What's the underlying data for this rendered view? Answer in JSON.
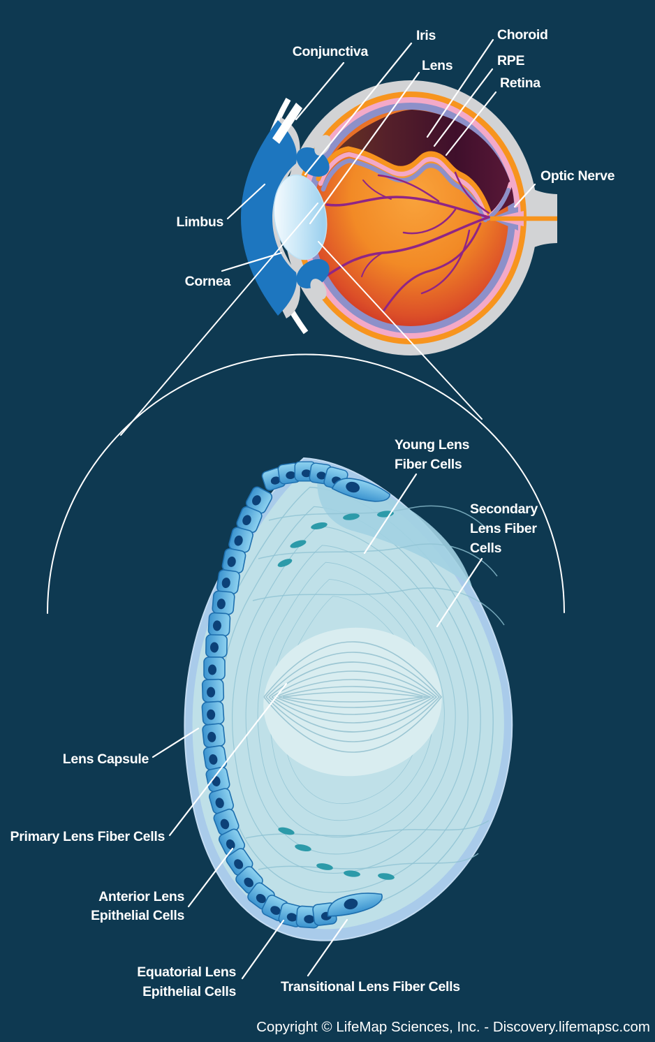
{
  "figure": {
    "type": "anatomy-diagram",
    "subject": "Human eye cross-section with magnified lens cellular structure"
  },
  "colors": {
    "background": "#0e3951",
    "label_text": "#ffffff",
    "leader_line": "#ffffff",
    "sclera_gray": "#d2d3d5",
    "choroid_orange": "#f7941e",
    "rpe_pink": "#f3a9c8",
    "retina_periwinkle": "#8d90c9",
    "fundus_orange": "#f08021",
    "fundus_red": "#c93026",
    "vessel_purple": "#8f2585",
    "iris_blue": "#1d76bf",
    "eye_lens_blue": "#a8d8f2",
    "capsule_blue": "#a9cbea",
    "fiber_cyan": "#bfe0e8",
    "fiber_line": "#8fc2d2",
    "cell_blue": "#4da3d9",
    "cell_nucleus_navy": "#0c4178",
    "fiber_nucleus_teal": "#2c9aa9",
    "lens_center_white": "#d9edf0"
  },
  "eye": {
    "labels": {
      "conjunctiva": "Conjunctiva",
      "iris": "Iris",
      "lens": "Lens",
      "choroid": "Choroid",
      "rpe": "RPE",
      "retina": "Retina",
      "optic_nerve": "Optic Nerve",
      "limbus": "Limbus",
      "cornea": "Cornea"
    }
  },
  "lens_diagram": {
    "labels": {
      "young_1": "Young Lens",
      "young_2": "Fiber Cells",
      "secondary_1": "Secondary",
      "secondary_2": "Lens Fiber",
      "secondary_3": "Cells",
      "capsule": "Lens Capsule",
      "primary": "Primary Lens Fiber Cells",
      "anterior_1": "Anterior Lens",
      "anterior_2": "Epithelial Cells",
      "equatorial_1": "Equatorial Lens",
      "equatorial_2": "Epithelial Cells",
      "transitional": "Transitional Lens Fiber Cells"
    }
  },
  "footer": {
    "copyright": "Copyright © LifeMap Sciences, Inc. - Discovery.lifemapsc.com"
  }
}
